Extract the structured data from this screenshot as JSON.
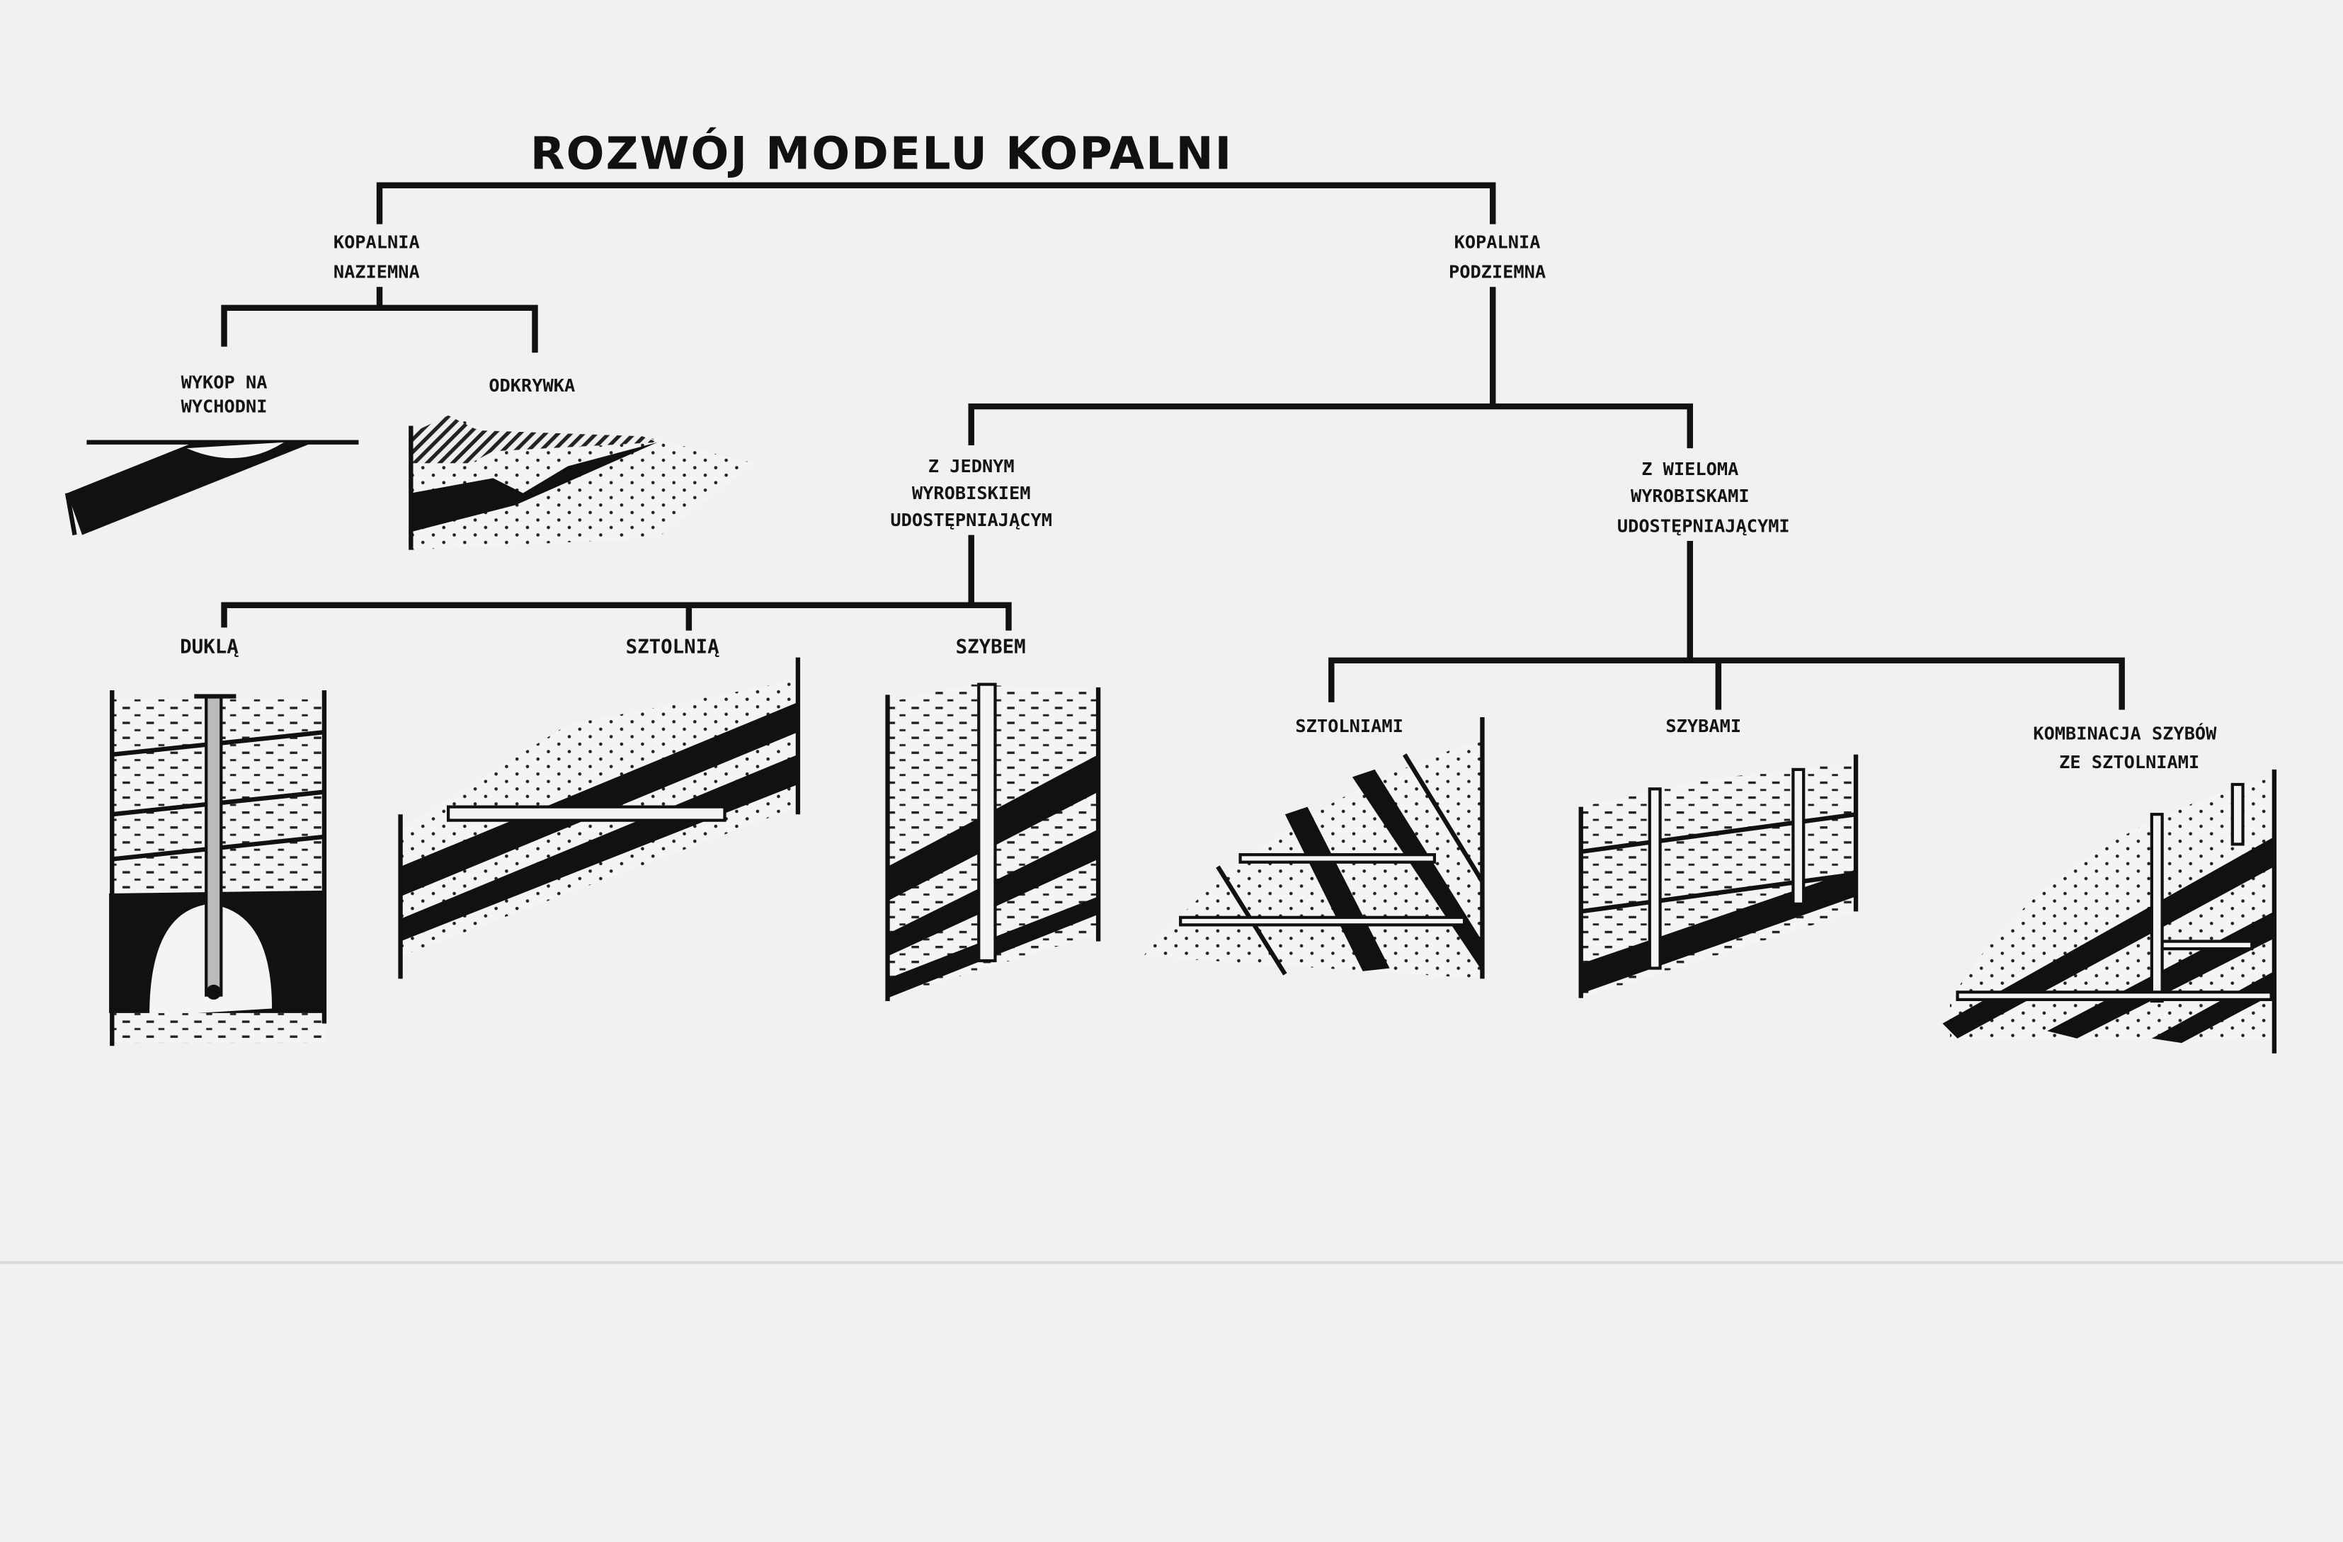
{
  "title": "ROZWÓJ MODELU KOPALNI",
  "surface_mine": {
    "line1": "KOPALNIA",
    "line2": "NAZIEMNA",
    "children": [
      {
        "line1": "WYKOP NA",
        "line2": "WYCHODNI"
      },
      {
        "line1": "ODKRYWKA"
      }
    ]
  },
  "underground_mine": {
    "line1": "KOPALNIA",
    "line2": "PODZIEMNA",
    "single_access": {
      "line1": "Z JEDNYM",
      "line2": "WYROBISKIEM",
      "line3": "UDOSTĘPNIAJĄCYM",
      "children": [
        {
          "label": "DUKLĄ"
        },
        {
          "label": "SZTOLNIĄ"
        },
        {
          "label": "SZYBEM"
        }
      ]
    },
    "multiple_access": {
      "line1": "Z WIELOMA",
      "line2": "WYROBISKAMI",
      "line3": "UDOSTĘPNIAJĄCYMI",
      "children": [
        {
          "label": "SZTOLNIAMI"
        },
        {
          "label": "SZYBAMI"
        },
        {
          "line1": "KOMBINACJA SZYBÓW",
          "line2": "ZE SZTOLNIAMI"
        }
      ]
    }
  }
}
